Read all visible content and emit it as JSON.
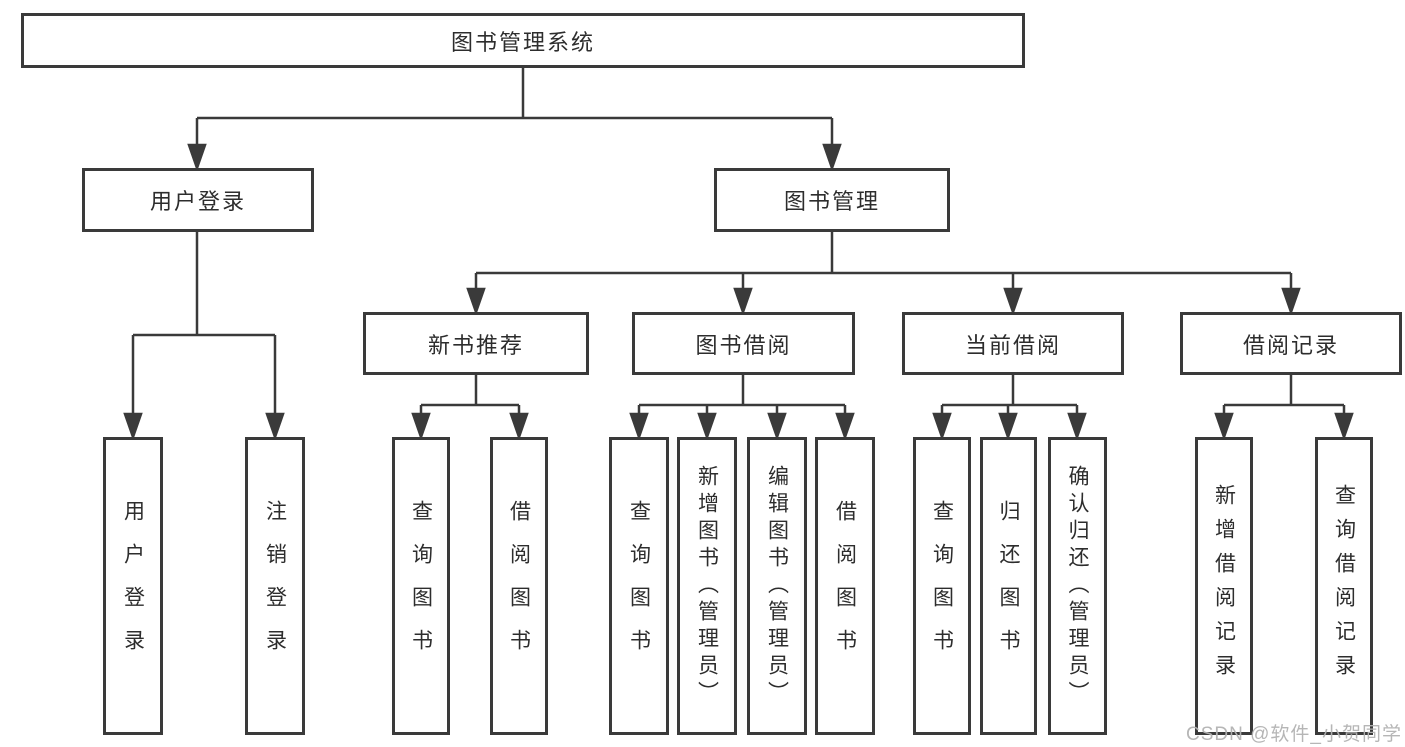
{
  "diagram": {
    "type": "tree",
    "title": "图书管理系统",
    "nodes": {
      "root": {
        "label": "图书管理系统"
      },
      "user_login": {
        "label": "用户登录"
      },
      "book_mgmt": {
        "label": "图书管理"
      },
      "new_book": {
        "label": "新书推荐"
      },
      "book_borrow": {
        "label": "图书借阅"
      },
      "current_borrow": {
        "label": "当前借阅"
      },
      "borrow_records": {
        "label": "借阅记录"
      },
      "login": {
        "label": "用户登录"
      },
      "logout": {
        "label": "注销登录"
      },
      "nb_query": {
        "label": "查询图书"
      },
      "nb_borrow": {
        "label": "借阅图书"
      },
      "bb_query": {
        "label": "查询图书"
      },
      "bb_add": {
        "label": "新增图书（管理员）"
      },
      "bb_edit": {
        "label": "编辑图书（管理员）"
      },
      "bb_borrow": {
        "label": "借阅图书"
      },
      "cb_query": {
        "label": "查询图书"
      },
      "cb_return": {
        "label": "归还图书"
      },
      "cb_confirm": {
        "label": "确认归还（管理员）"
      },
      "br_add": {
        "label": "新增借阅记录"
      },
      "br_query": {
        "label": "查询借阅记录"
      }
    },
    "edges": [
      [
        "root",
        "user_login"
      ],
      [
        "root",
        "book_mgmt"
      ],
      [
        "user_login",
        "login"
      ],
      [
        "user_login",
        "logout"
      ],
      [
        "book_mgmt",
        "new_book"
      ],
      [
        "book_mgmt",
        "book_borrow"
      ],
      [
        "book_mgmt",
        "current_borrow"
      ],
      [
        "book_mgmt",
        "borrow_records"
      ],
      [
        "new_book",
        "nb_query"
      ],
      [
        "new_book",
        "nb_borrow"
      ],
      [
        "book_borrow",
        "bb_query"
      ],
      [
        "book_borrow",
        "bb_add"
      ],
      [
        "book_borrow",
        "bb_edit"
      ],
      [
        "book_borrow",
        "bb_borrow"
      ],
      [
        "current_borrow",
        "cb_query"
      ],
      [
        "current_borrow",
        "cb_return"
      ],
      [
        "current_borrow",
        "cb_confirm"
      ],
      [
        "borrow_records",
        "br_add"
      ],
      [
        "borrow_records",
        "br_query"
      ]
    ]
  },
  "watermark": {
    "text": "CSDN @软件_小贺同学"
  },
  "colors": {
    "line": "#3a3a3a",
    "box_border": "#3a3a3a",
    "text": "#2d2d2d",
    "watermark": "#b2b2b2",
    "background": "#ffffff"
  }
}
